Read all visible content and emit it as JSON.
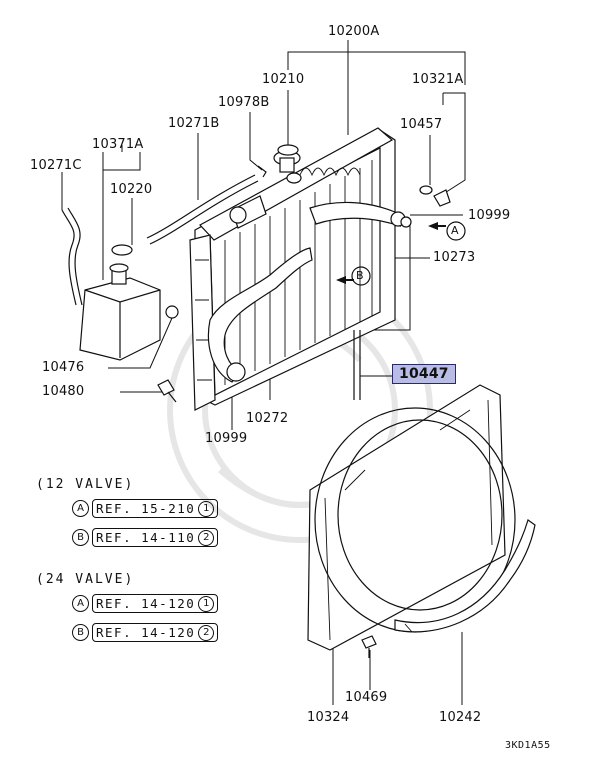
{
  "parts": {
    "p10200A": "10200A",
    "p10210": "10210",
    "p10321A": "10321A",
    "p10978B": "10978B",
    "p10457": "10457",
    "p10271B": "10271B",
    "p10371A": "10371A",
    "p10271C": "10271C",
    "p10220": "10220",
    "p10999_top": "10999",
    "p10273": "10273",
    "p10476": "10476",
    "p10480": "10480",
    "p10447": "10447",
    "p10272": "10272",
    "p10999_bottom": "10999",
    "p10469": "10469",
    "p10324": "10324",
    "p10242": "10242"
  },
  "callouts": {
    "a": "A",
    "b": "B"
  },
  "legend": {
    "group1": {
      "header": "(12 VALVE)",
      "rows": [
        {
          "mark": "A",
          "ref": "REF. 15-210",
          "num": "1"
        },
        {
          "mark": "B",
          "ref": "REF. 14-110",
          "num": "2"
        }
      ]
    },
    "group2": {
      "header": "(24 VALVE)",
      "rows": [
        {
          "mark": "A",
          "ref": "REF. 14-120",
          "num": "1"
        },
        {
          "mark": "B",
          "ref": "REF. 14-120",
          "num": "2"
        }
      ]
    }
  },
  "diagram_code": "3KD1A55",
  "colors": {
    "highlight": "#b9bde6",
    "ink": "#111111"
  }
}
